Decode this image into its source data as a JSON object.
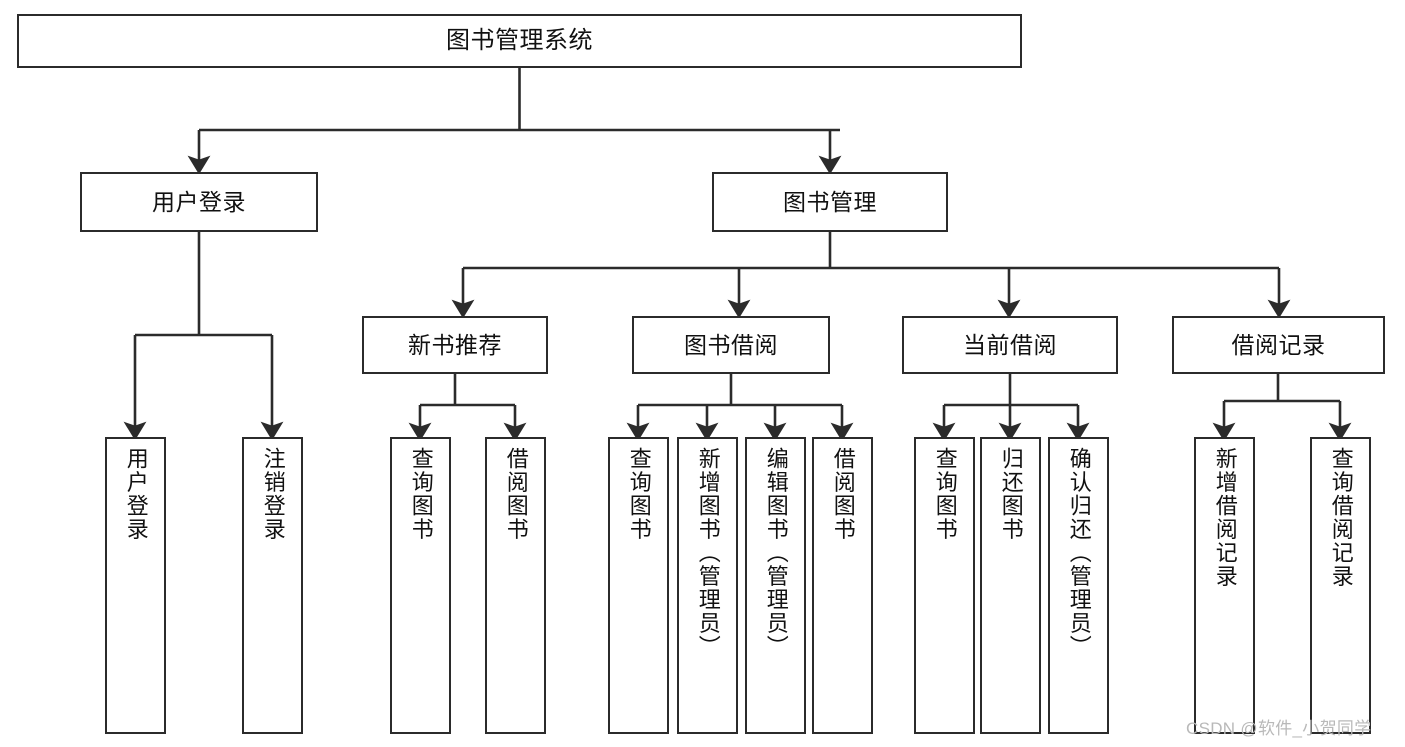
{
  "diagram": {
    "type": "tree-hierarchy",
    "title": "图书管理系统",
    "root": {
      "label": "图书管理系统"
    },
    "level1": [
      {
        "label": "用户登录"
      },
      {
        "label": "图书管理"
      }
    ],
    "level2": [
      {
        "label": "新书推荐"
      },
      {
        "label": "图书借阅"
      },
      {
        "label": "当前借阅"
      },
      {
        "label": "借阅记录"
      }
    ],
    "leaves": {
      "user_login": [
        {
          "label": "用户登录"
        },
        {
          "label": "注销登录"
        }
      ],
      "new_book_recommend": [
        {
          "label": "查询图书"
        },
        {
          "label": "借阅图书"
        }
      ],
      "book_borrow": [
        {
          "label": "查询图书"
        },
        {
          "label": "新增图书（管理员）"
        },
        {
          "label": "编辑图书（管理员）"
        },
        {
          "label": "借阅图书"
        }
      ],
      "current_borrow": [
        {
          "label": "查询图书"
        },
        {
          "label": "归还图书"
        },
        {
          "label": "确认归还（管理员）"
        }
      ],
      "borrow_record": [
        {
          "label": "新增借阅记录"
        },
        {
          "label": "查询借阅记录"
        }
      ]
    }
  },
  "watermark": {
    "text": "CSDN @软件_小贺同学"
  },
  "colors": {
    "stroke": "#2b2b2b",
    "background": "#ffffff",
    "text": "#111111",
    "watermark": "#b9b9b9"
  }
}
